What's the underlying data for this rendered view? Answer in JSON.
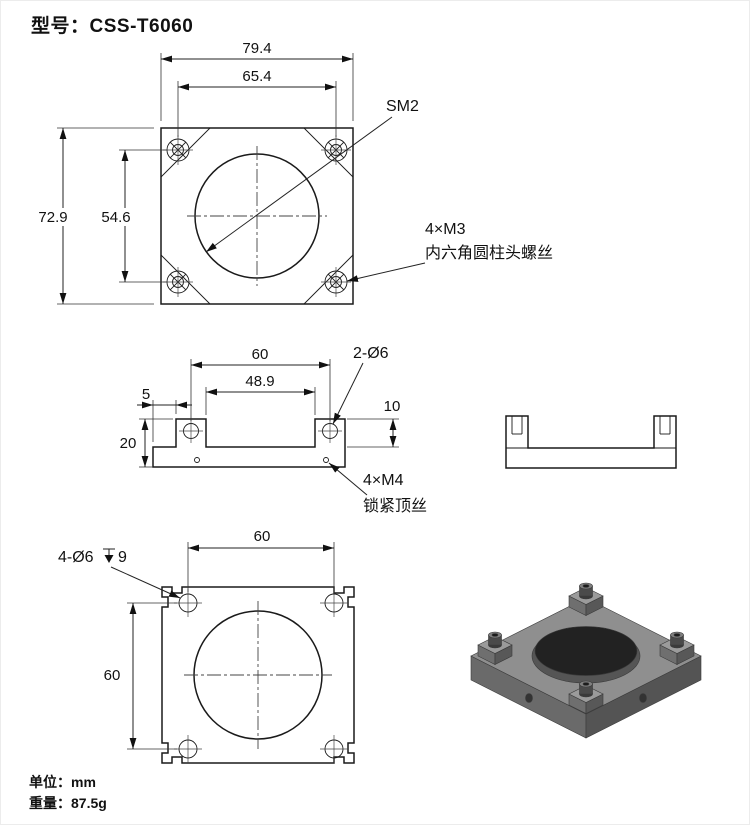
{
  "title": "型号：CSS-T6060",
  "top_view": {
    "dim_width_outer": "79.4",
    "dim_width_inner": "65.4",
    "dim_height_outer": "72.9",
    "dim_height_inner": "54.6",
    "thread_label": "SM2",
    "screw_label_line1": "4×M3",
    "screw_label_line2": "内六角圆柱头螺丝"
  },
  "front_view": {
    "dim_span": "60",
    "dim_inner": "48.9",
    "dim_step": "5",
    "dim_height": "20",
    "dim_boss": "10",
    "hole_label": "2-Ø6",
    "setscrew_label_line1": "4×M4",
    "setscrew_label_line2": "锁紧顶丝"
  },
  "bottom_view": {
    "dim_width": "60",
    "dim_height": "60",
    "cbore_label_prefix": "4-Ø6",
    "cbore_label_depth": "9"
  },
  "footer": {
    "unit_label": "单位：mm",
    "weight_label": "重量：87.5g"
  },
  "colors": {
    "line": "#1a1a1a",
    "iso_top": "#8f8f8f",
    "iso_left": "#6a6a6a",
    "iso_right": "#545454",
    "iso_hole": "#262626"
  }
}
